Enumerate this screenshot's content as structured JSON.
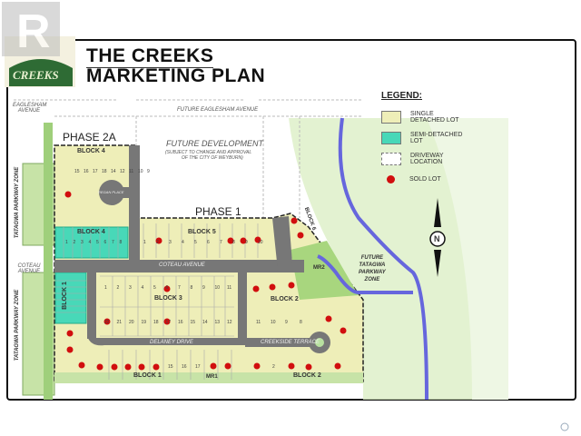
{
  "title": {
    "line1": "THE CREEKS",
    "line2": "MARKETING PLAN"
  },
  "logo": {
    "text": "CREEKS",
    "watermark": "R"
  },
  "legend": {
    "heading": "LEGEND:",
    "items": [
      {
        "label_1": "SINGLE",
        "label_2": "DETACHED LOT",
        "color": "#eeeeb8"
      },
      {
        "label_1": "SEMI-DETACHED",
        "label_2": "LOT",
        "color": "#48d8b8"
      },
      {
        "label_1": "DRIVEWAY",
        "label_2": "LOCATION",
        "color": "#ffffff"
      },
      {
        "label_1": "SOLD LOT",
        "label_2": "",
        "color": "#d10e0e"
      }
    ]
  },
  "map": {
    "eaglesham_avenue": "EAGLESHAM AVENUE",
    "future_eaglesham": "FUTURE EAGLESHAM AVENUE",
    "future_development": "FUTURE DEVELOPMENT",
    "future_development_note_1": "(SUBJECT TO CHANGE AND APPROVAL",
    "future_development_note_2": "OF THE CITY OF WEYBURN)",
    "phase_2a": "PHASE 2A",
    "phase_1": "PHASE 1",
    "tatagwa_zone": "TATAGWA PARKWAY ZONE",
    "future_tatagwa_1": "FUTURE",
    "future_tatagwa_2": "TATAGWA",
    "future_tatagwa_3": "PARKWAY",
    "future_tatagwa_4": "ZONE",
    "coteau_avenue_left": "COTEAU AVENUE",
    "coteau_avenue": "COTEAU AVENUE",
    "delaney_drive": "DELANEY DRIVE",
    "creekside_terrace": "CREEKSIDE TERRACE",
    "regan_place": "REGAN PLACE",
    "mr1": "MR1",
    "mr2": "MR2",
    "north": "N",
    "blocks": {
      "block4_top": "BLOCK 4",
      "block4_semi": "BLOCK 4",
      "block5": "BLOCK 5",
      "block3": "BLOCK 3",
      "block2_mid": "BLOCK 2",
      "block2_bottom": "BLOCK 2",
      "block1_bottom": "BLOCK 1",
      "block1_semi": "BLOCK 1",
      "block6": "BLOCK 6"
    },
    "lots": {
      "block4_semi": [
        "1",
        "2",
        "3",
        "4",
        "5",
        "6",
        "7",
        "8"
      ],
      "block5": [
        "1",
        "2",
        "3",
        "4",
        "5",
        "6",
        "7",
        "8",
        "9",
        "10"
      ],
      "block3_top": [
        "1",
        "2",
        "3",
        "4",
        "5",
        "6",
        "7",
        "8",
        "9",
        "10",
        "11"
      ],
      "block3_bottom": [
        "22",
        "21",
        "20",
        "19",
        "18",
        "17",
        "16",
        "15",
        "14",
        "13",
        "12"
      ],
      "block1_bottom": [
        "15",
        "16",
        "17"
      ],
      "block2_bottom": [
        "2"
      ],
      "block2_mid": [
        "11",
        "10",
        "9",
        "8"
      ],
      "block4_top": [
        "15",
        "16",
        "17",
        "18",
        "14",
        "12",
        "11",
        "10",
        "9"
      ]
    }
  },
  "mls_watermark": "R"
}
